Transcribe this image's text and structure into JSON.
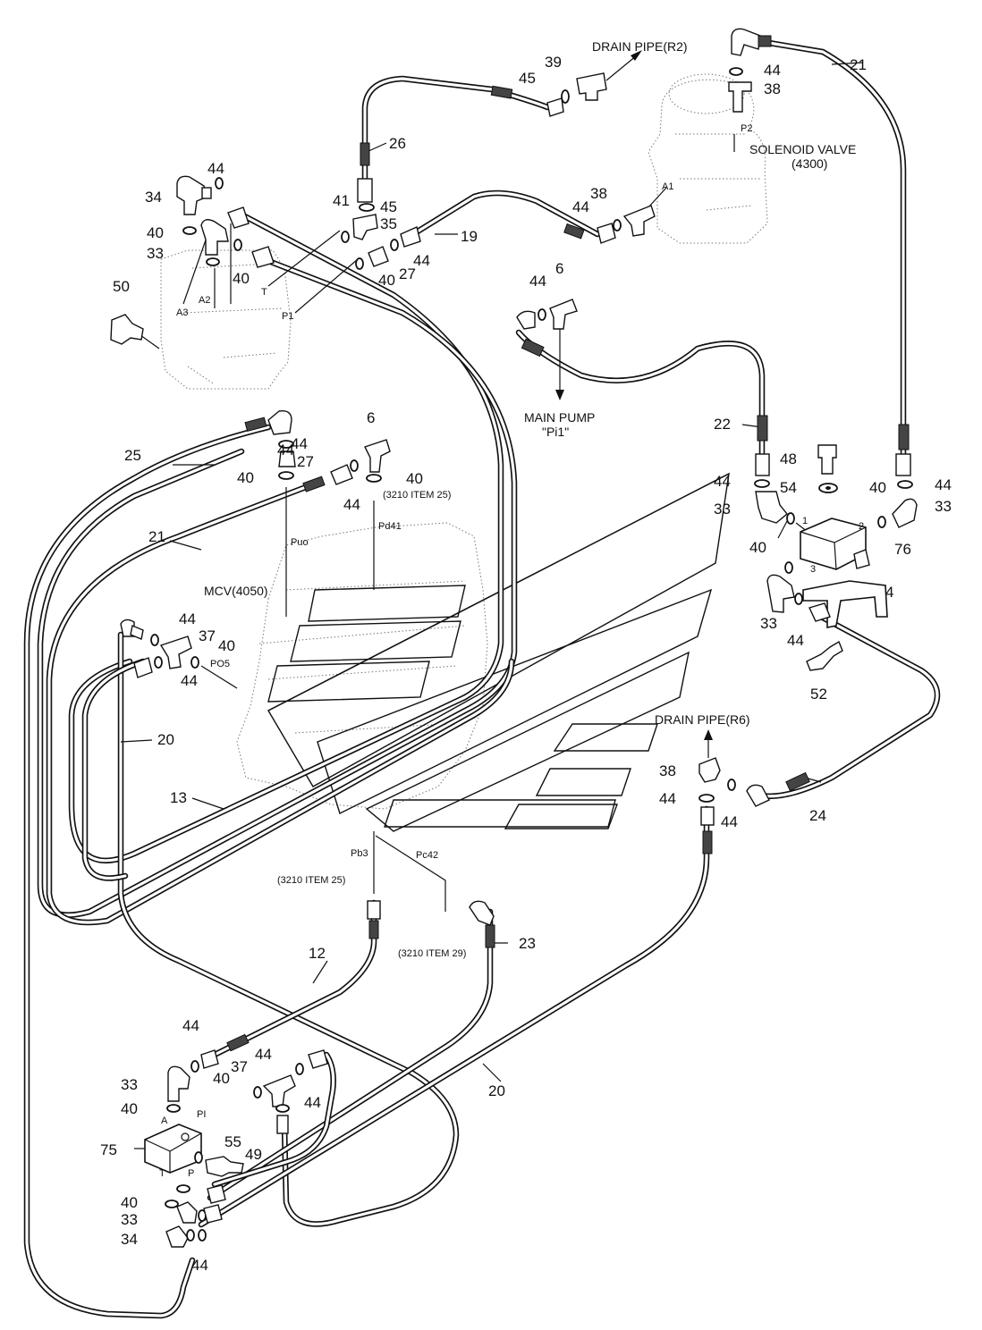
{
  "diagram": {
    "notes": [
      {
        "id": "drain-r2",
        "text": "DRAIN PIPE(R2)"
      },
      {
        "id": "solenoid-1",
        "text": "SOLENOID VALVE"
      },
      {
        "id": "solenoid-2",
        "text": "(4300)"
      },
      {
        "id": "main-pump-1",
        "text": "MAIN PUMP"
      },
      {
        "id": "main-pump-2",
        "text": "\"Pi1\""
      },
      {
        "id": "mcv",
        "text": "MCV(4050)"
      },
      {
        "id": "item25-a",
        "text": "(3210 ITEM 25)"
      },
      {
        "id": "item25-b",
        "text": "(3210 ITEM 25)"
      },
      {
        "id": "item29",
        "text": "(3210 ITEM 29)"
      },
      {
        "id": "drain-r6",
        "text": "DRAIN PIPE(R6)"
      }
    ],
    "ports": [
      "P2",
      "A1",
      "T",
      "P1",
      "A3",
      "A2",
      "Puo",
      "Pd41",
      "PO5",
      "Pb3",
      "Pc42",
      "1",
      "2",
      "3",
      "A",
      "PI",
      "T",
      "P"
    ],
    "callouts": [
      "39",
      "45",
      "21",
      "44",
      "38",
      "26",
      "44",
      "34",
      "41",
      "45",
      "35",
      "19",
      "44",
      "38",
      "40",
      "44",
      "33",
      "27",
      "44",
      "40",
      "40",
      "50",
      "44",
      "6",
      "25",
      "44",
      "27",
      "6",
      "40",
      "40",
      "22",
      "48",
      "21",
      "44",
      "54",
      "44",
      "40",
      "44",
      "33",
      "33",
      "76",
      "40",
      "4",
      "44",
      "37",
      "40",
      "44",
      "33",
      "44",
      "20",
      "52",
      "13",
      "38",
      "44",
      "44",
      "24",
      "12",
      "23",
      "44",
      "33",
      "44",
      "37",
      "40",
      "44",
      "40",
      "20",
      "75",
      "55",
      "49",
      "40",
      "33",
      "34",
      "44"
    ]
  }
}
